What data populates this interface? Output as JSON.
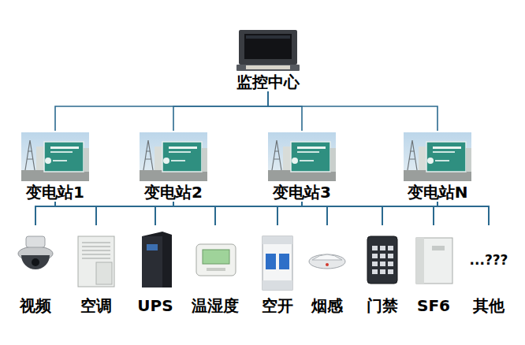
{
  "diagram": {
    "nodes": [
      {
        "text": [
          "监控中心"
        ]
      },
      {
        "text": [
          "变电站1"
        ]
      },
      {
        "text": [
          "变电站2"
        ]
      },
      {
        "text": [
          "变电站3"
        ]
      },
      {
        "text": [
          "变电站N"
        ]
      },
      {
        "text": [
          "视频"
        ]
      },
      {
        "text": [
          "空调"
        ]
      },
      {
        "text": [
          "UPS"
        ]
      },
      {
        "text": [
          "温湿度"
        ]
      },
      {
        "text": [
          "空开"
        ]
      },
      {
        "text": [
          "烟感"
        ]
      },
      {
        "text": [
          "门禁"
        ]
      },
      {
        "text": [
          "SF6"
        ]
      },
      {
        "text": [
          "...???",
          "其他"
        ]
      }
    ],
    "edges": [
      {
        "from": 0,
        "to": 1,
        "arrow": "none"
      },
      {
        "from": 0,
        "to": 2,
        "arrow": "none"
      },
      {
        "from": 0,
        "to": 3,
        "arrow": "none"
      },
      {
        "from": 0,
        "to": 4,
        "arrow": "none"
      },
      {
        "from": 1,
        "to": 5,
        "arrow": "none"
      },
      {
        "from": 1,
        "to": 6,
        "arrow": "none"
      },
      {
        "from": 1,
        "to": 7,
        "arrow": "none"
      },
      {
        "from": 1,
        "to": 8,
        "arrow": "none"
      },
      {
        "from": 1,
        "to": 9,
        "arrow": "none"
      },
      {
        "from": 1,
        "to": 10,
        "arrow": "none"
      },
      {
        "from": 1,
        "to": 11,
        "arrow": "none"
      },
      {
        "from": 1,
        "to": 12,
        "arrow": "none"
      },
      {
        "from": 1,
        "to": 13,
        "arrow": "none"
      },
      {
        "from": 2,
        "to": 5,
        "arrow": "none"
      },
      {
        "from": 2,
        "to": 6,
        "arrow": "none"
      },
      {
        "from": 2,
        "to": 7,
        "arrow": "none"
      },
      {
        "from": 2,
        "to": 8,
        "arrow": "none"
      },
      {
        "from": 2,
        "to": 9,
        "arrow": "none"
      },
      {
        "from": 2,
        "to": 10,
        "arrow": "none"
      },
      {
        "from": 2,
        "to": 11,
        "arrow": "none"
      },
      {
        "from": 2,
        "to": 12,
        "arrow": "none"
      },
      {
        "from": 2,
        "to": 13,
        "arrow": "none"
      },
      {
        "from": 3,
        "to": 5,
        "arrow": "none"
      },
      {
        "from": 3,
        "to": 6,
        "arrow": "none"
      },
      {
        "from": 3,
        "to": 7,
        "arrow": "none"
      },
      {
        "from": 3,
        "to": 8,
        "arrow": "none"
      },
      {
        "from": 3,
        "to": 9,
        "arrow": "none"
      },
      {
        "from": 3,
        "to": 10,
        "arrow": "none"
      },
      {
        "from": 3,
        "to": 11,
        "arrow": "none"
      },
      {
        "from": 3,
        "to": 12,
        "arrow": "none"
      },
      {
        "from": 3,
        "to": 13,
        "arrow": "none"
      },
      {
        "from": 4,
        "to": 5,
        "arrow": "none"
      },
      {
        "from": 4,
        "to": 6,
        "arrow": "none"
      },
      {
        "from": 4,
        "to": 7,
        "arrow": "none"
      },
      {
        "from": 4,
        "to": 8,
        "arrow": "none"
      },
      {
        "from": 4,
        "to": 9,
        "arrow": "none"
      },
      {
        "from": 4,
        "to": 10,
        "arrow": "none"
      },
      {
        "from": 4,
        "to": 11,
        "arrow": "none"
      },
      {
        "from": 4,
        "to": 12,
        "arrow": "none"
      },
      {
        "from": 4,
        "to": 13,
        "arrow": "none"
      }
    ]
  }
}
